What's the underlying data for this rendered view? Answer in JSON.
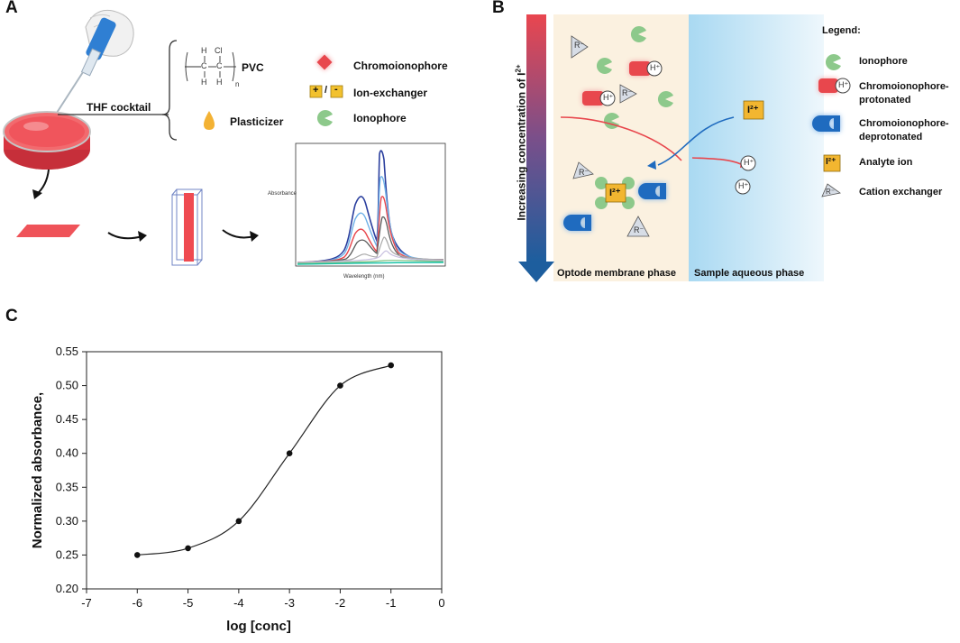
{
  "panelA": {
    "letter": "A",
    "thf_label": "THF cocktail",
    "pvc_label": "PVC",
    "pvc_atoms": {
      "h": "H",
      "cl": "Cl",
      "c": "C",
      "n": "n"
    },
    "plasticizer_label": "Plasticizer",
    "chromo_label": "Chromoionophore",
    "ionexch_label": "Ion-exchanger",
    "ionexch_symbols": {
      "plus": "+",
      "slash": "/",
      "minus": "-"
    },
    "ionophore_label": "Ionophore",
    "spectrum": {
      "ylabel": "Absorbance",
      "xlabel": "Wavelength (nm)"
    }
  },
  "panelB": {
    "letter": "B",
    "gradient_label": "Increasing concentration of I",
    "gradient_sup": "2+",
    "membrane_label": "Optode membrane phase",
    "aqueous_label": "Sample aqueous phase",
    "hplus": "H⁺",
    "rminus": "R⁻",
    "analyte": "I²⁺",
    "legend": {
      "title": "Legend:",
      "items": [
        {
          "icon": "ionophore-icon",
          "label": "Ionophore"
        },
        {
          "icon": "protonated-chromoionophore-icon",
          "label": "Chromoionophore-\nprotonated"
        },
        {
          "icon": "deprotonated-chromoionophore-icon",
          "label": "Chromoionophore-\ndeprotonated"
        },
        {
          "icon": "analyte-ion-icon",
          "label": "Analyte ion"
        },
        {
          "icon": "cation-exchanger-icon",
          "label": "Cation exchanger"
        }
      ]
    },
    "colors": {
      "membrane": "#fbf1e0",
      "aqueous": "#bfe3f5",
      "red": "#e8474d",
      "blue": "#1f6bbf",
      "gold": "#f2b630",
      "green": "#8dc98b"
    }
  },
  "panelC": {
    "letter": "C",
    "chart_data": {
      "type": "line",
      "xlabel": "log [conc]",
      "ylabel": "Normalized absorbance,",
      "x": [
        -6,
        -5,
        -4,
        -3,
        -2,
        -1
      ],
      "y": [
        0.25,
        0.26,
        0.3,
        0.4,
        0.5,
        0.53
      ],
      "xlim": [
        -7,
        0
      ],
      "ylim": [
        0.2,
        0.55
      ],
      "xticks": [
        "-7",
        "-6",
        "-5",
        "-4",
        "-3",
        "-2",
        "-1",
        "0"
      ],
      "yticks": [
        "0.20",
        "0.25",
        "0.30",
        "0.35",
        "0.40",
        "0.45",
        "0.50",
        "0.55"
      ],
      "grid": false,
      "markers": "filled circles",
      "line": "smooth"
    }
  }
}
